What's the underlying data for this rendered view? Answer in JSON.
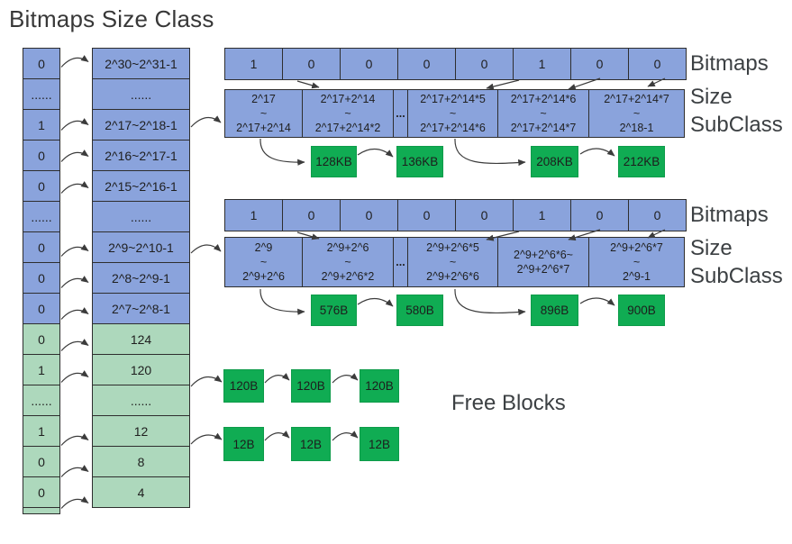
{
  "title": "Bitmaps Size Class",
  "colors": {
    "blue": "#8AA3DC",
    "light_green": "#ADD8BC",
    "green": "#10AC53",
    "line": "#3c3c3c"
  },
  "size_class": {
    "bits": [
      "0",
      "......",
      "1",
      "0",
      "0",
      "......",
      "0",
      "0",
      "0",
      "0",
      "1",
      "......",
      "1",
      "0",
      "0"
    ],
    "ranges": [
      "2^30~2^31-1",
      "......",
      "2^17~2^18-1",
      "2^16~2^17-1",
      "2^15~2^16-1",
      "......",
      "2^9~2^10-1",
      "2^8~2^9-1",
      "2^7~2^8-1",
      "124",
      "120",
      "......",
      "12",
      "8",
      "4"
    ]
  },
  "group_kb": {
    "bitmaps_label": "Bitmaps",
    "size_label": "Size",
    "subclass_label": "SubClass",
    "bits": [
      "1",
      "0",
      "0",
      "0",
      "0",
      "1",
      "0",
      "0"
    ],
    "subclasses": [
      {
        "lines": [
          "2^17",
          "~",
          "2^17+2^14"
        ]
      },
      {
        "lines": [
          "2^17+2^14",
          "~",
          "2^17+2^14*2"
        ]
      },
      {
        "lines": [
          "..."
        ]
      },
      {
        "lines": [
          "2^17+2^14*5",
          "~",
          "2^17+2^14*6"
        ]
      },
      {
        "lines": [
          "2^17+2^14*6",
          "~",
          "2^17+2^14*7"
        ]
      },
      {
        "lines": [
          "2^17+2^14*7",
          "~",
          "2^18-1"
        ]
      }
    ],
    "blocks": [
      "128KB",
      "136KB",
      "208KB",
      "212KB"
    ]
  },
  "group_b": {
    "bitmaps_label": "Bitmaps",
    "size_label": "Size",
    "subclass_label": "SubClass",
    "bits": [
      "1",
      "0",
      "0",
      "0",
      "0",
      "1",
      "0",
      "0"
    ],
    "subclasses": [
      {
        "lines": [
          "2^9",
          "~",
          "2^9+2^6"
        ]
      },
      {
        "lines": [
          "2^9+2^6",
          "~",
          "2^9+2^6*2"
        ]
      },
      {
        "lines": [
          "..."
        ]
      },
      {
        "lines": [
          "2^9+2^6*5",
          "~",
          "2^9+2^6*6"
        ]
      },
      {
        "lines": [
          "2^9+2^6*6~",
          "2^9+2^6*7"
        ]
      },
      {
        "lines": [
          "2^9+2^6*7",
          "~",
          "2^9-1"
        ]
      }
    ],
    "blocks": [
      "576B",
      "580B",
      "896B",
      "900B"
    ]
  },
  "free_blocks": {
    "label": "Free Blocks",
    "row_120": [
      "120B",
      "120B",
      "120B"
    ],
    "row_12": [
      "12B",
      "12B",
      "12B"
    ]
  }
}
